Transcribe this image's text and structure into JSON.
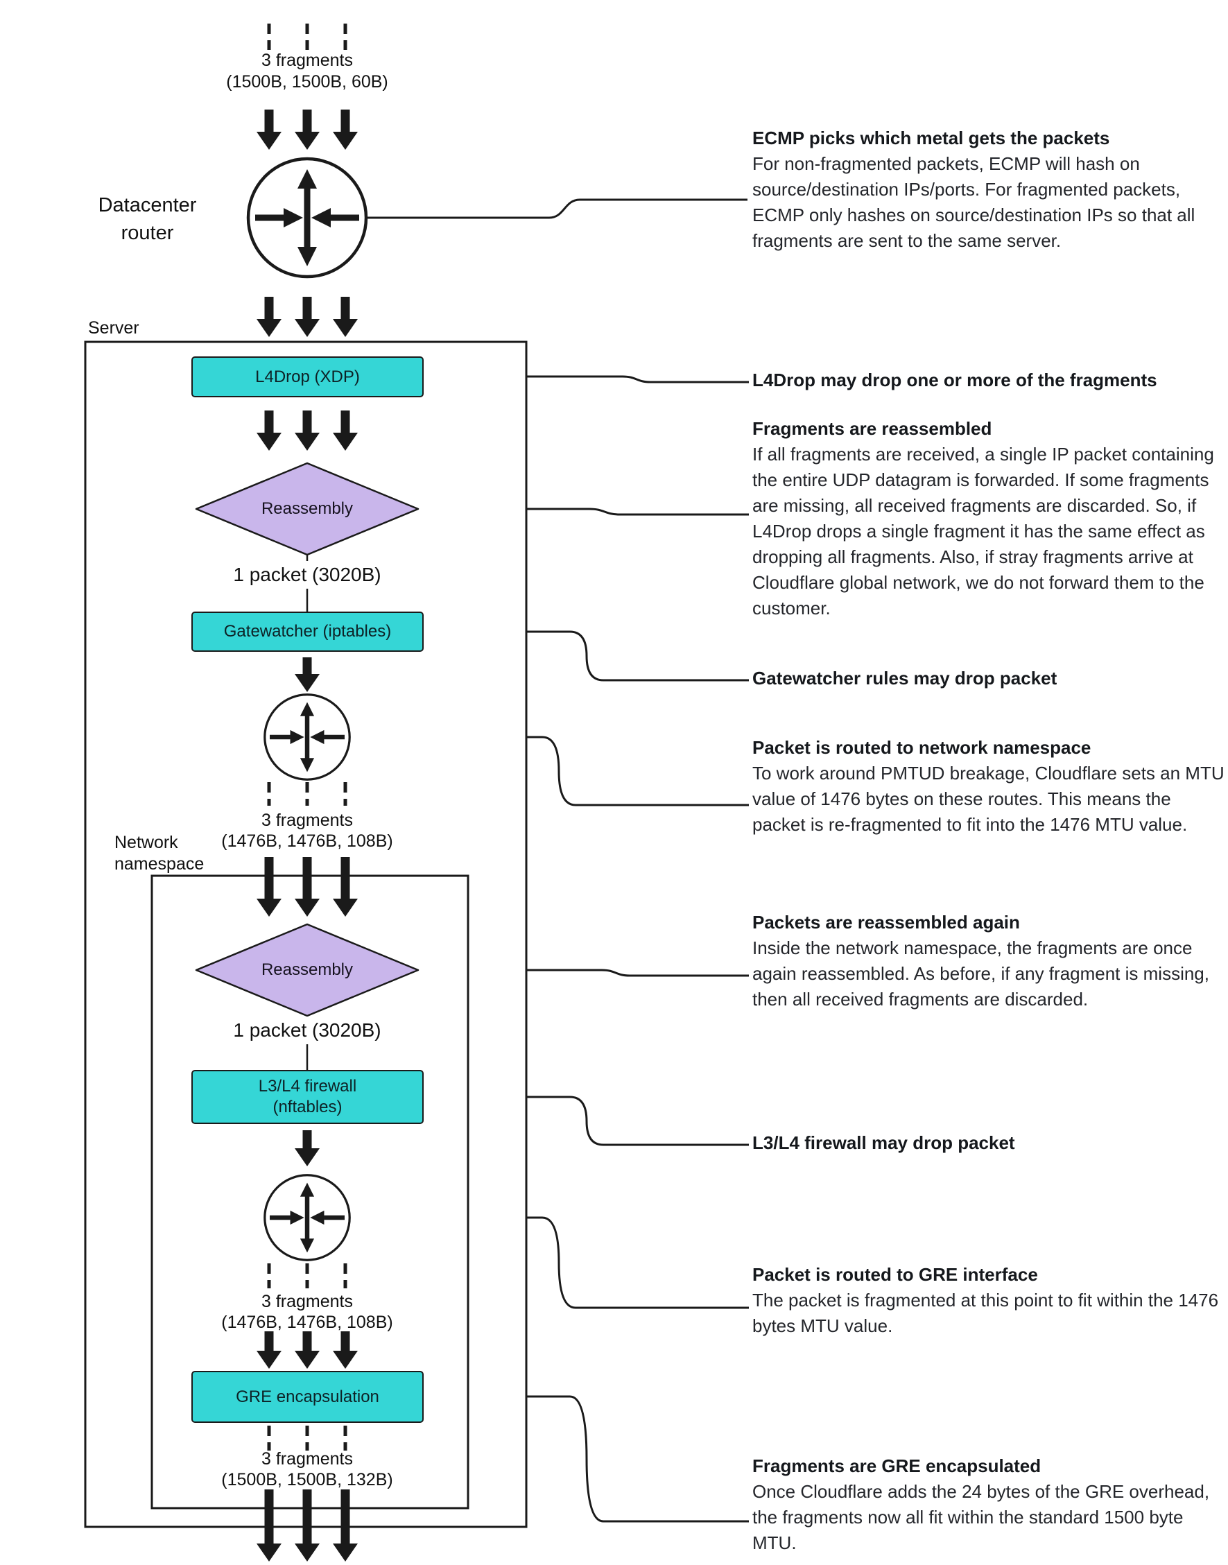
{
  "diagram": {
    "top_fragments_line1": "3 fragments",
    "top_fragments_line2": "(1500B, 1500B, 60B)",
    "datacenter_router_line1": "Datacenter",
    "datacenter_router_line2": "router",
    "server_label": "Server",
    "l4drop_box": "L4Drop (XDP)",
    "reassembly1_label": "Reassembly",
    "packet1_label": "1 packet (3020B)",
    "gatewatcher_box": "Gatewatcher (iptables)",
    "mid_fragments_line1": "3 fragments",
    "mid_fragments_line2": "(1476B, 1476B, 108B)",
    "network_namespace_line1": "Network",
    "network_namespace_line2": "namespace",
    "reassembly2_label": "Reassembly",
    "packet2_label": "1 packet (3020B)",
    "firewall_box_line1": "L3/L4 firewall",
    "firewall_box_line2": "(nftables)",
    "gre_fragments_line1": "3 fragments",
    "gre_fragments_line2": "(1476B, 1476B, 108B)",
    "gre_box": "GRE encapsulation",
    "out_fragments_line1": "3 fragments",
    "out_fragments_line2": "(1500B, 1500B, 132B)"
  },
  "annotations": {
    "ecmp": {
      "title": "ECMP picks which metal gets the packets",
      "body": "For non-fragmented packets, ECMP will hash on source/destination IPs/ports. For fragmented packets, ECMP only hashes on source/destination IPs so that all fragments are sent to the same server."
    },
    "l4drop_note": {
      "title": "L4Drop may drop one or more of the fragments"
    },
    "reassembled": {
      "title": "Fragments are reassembled",
      "body": "If all fragments are received, a single IP packet containing the entire UDP datagram is forwarded. If some fragments are missing, all received fragments are discarded. So, if L4Drop drops a single fragment it has the same effect as dropping all fragments. Also, if stray fragments arrive at Cloudflare global network, we do not forward them to the customer."
    },
    "gatewatcher_note": {
      "title": "Gatewatcher rules may drop packet"
    },
    "netns": {
      "title": "Packet is routed to network namespace",
      "body": "To work around PMTUD breakage, Cloudflare sets an MTU value of 1476 bytes on these routes. This means the packet is re-fragmented to fit into the 1476 MTU value."
    },
    "reassembled_again": {
      "title": "Packets are reassembled again",
      "body": "Inside the network namespace, the fragments are once again reassembled. As before, if any fragment is missing, then all received fragments are discarded."
    },
    "firewall_note": {
      "title": "L3/L4 firewall may drop packet"
    },
    "gre_route": {
      "title": "Packet is routed to GRE interface",
      "body": "The packet is fragmented at this point to fit within the 1476 bytes MTU value."
    },
    "gre_encap": {
      "title": "Fragments are GRE encapsulated",
      "body": "Once Cloudflare adds the 24 bytes of the GRE overhead, the fragments now all fit within the standard 1500 byte MTU."
    }
  },
  "colors": {
    "cyan": "#35d6d6",
    "purple": "#c9b6eb",
    "line": "#1a1a1a"
  }
}
